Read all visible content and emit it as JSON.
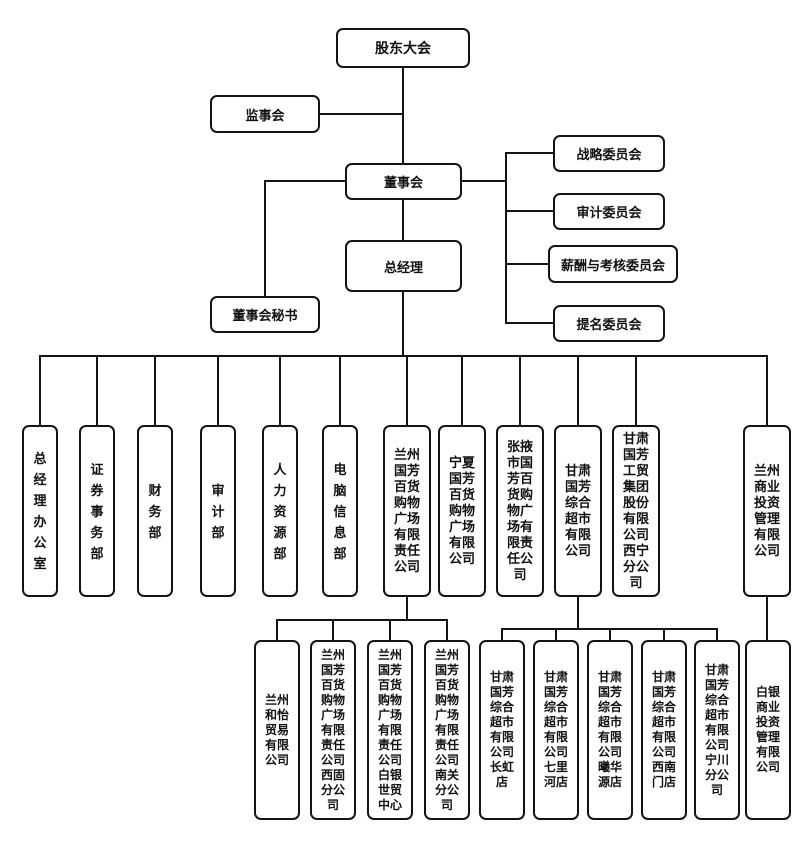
{
  "org": {
    "shareholders": "股东大会",
    "supervisory": "监事会",
    "board": "董事会",
    "committees": [
      "战略委员会",
      "审计委员会",
      "薪酬与考核委员会",
      "提名委员会"
    ],
    "gm": "总经理",
    "secretary": "董事会秘书",
    "tier2": [
      "总经理办公室",
      "证券事务部",
      "财务部",
      "审计部",
      "人力资源部",
      "电脑信息部",
      "兰州国芳百货购物广场有限责任公司",
      "宁夏国芳百货购物广场有限公司",
      "张掖市国芳百货购物广场有限责任公司",
      "甘肃国芳综合超市有限公司",
      "甘肃国芳工贸集团股份有限公司西宁分公司",
      "兰州商业投资管理有限公司"
    ],
    "tier3": [
      "兰州和怡贸易有限公司",
      "兰州国芳百货购物广场有限责任公司西固分公司",
      "兰州国芳百货购物广场有限责任公司白银世贸中心",
      "兰州国芳百货购物广场有限责任公司南关分公司",
      "甘肃国芳综合超市有限公司长虹店",
      "甘肃国芳综合超市有限公司七里河店",
      "甘肃国芳综合超市有限公司曦华源店",
      "甘肃国芳综合超市有限公司西南门店",
      "甘肃国芳综合超市有限公司宁川分公司",
      "白银商业投资管理有限公司"
    ]
  }
}
